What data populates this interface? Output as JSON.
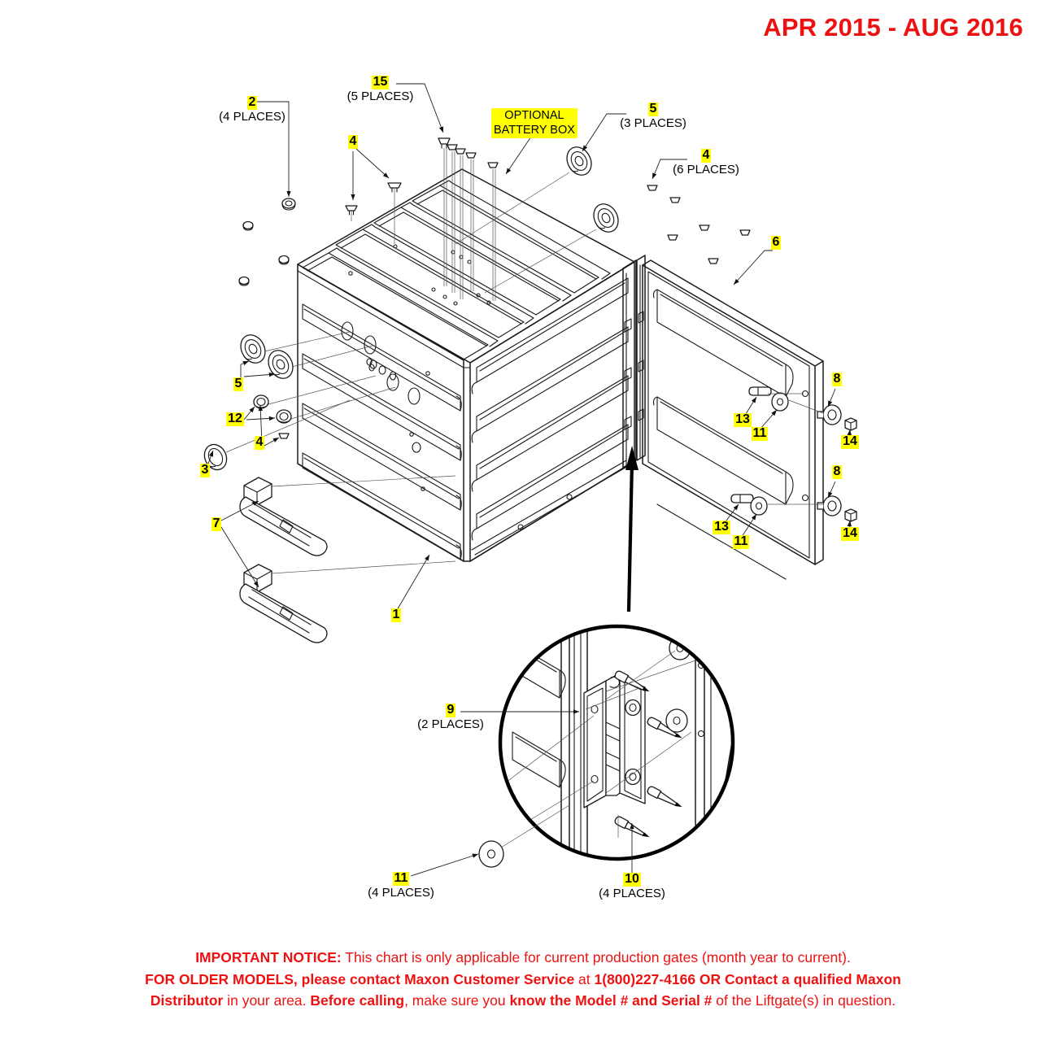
{
  "header": {
    "date_range": "APR 2015 - AUG 2016"
  },
  "highlights": {
    "optional_battery_box_line1": "OPTIONAL",
    "optional_battery_box_line2": "BATTERY BOX"
  },
  "callouts": [
    {
      "id": "c2",
      "num": "2",
      "places": "(4 PLACES)"
    },
    {
      "id": "c15",
      "num": "15",
      "places": "(5 PLACES)"
    },
    {
      "id": "c4a",
      "num": "4",
      "places": ""
    },
    {
      "id": "c5a",
      "num": "5",
      "places": "(3 PLACES)"
    },
    {
      "id": "c4b",
      "num": "4",
      "places": "(6 PLACES)"
    },
    {
      "id": "c6",
      "num": "6",
      "places": ""
    },
    {
      "id": "c5b",
      "num": "5",
      "places": ""
    },
    {
      "id": "c12",
      "num": "12",
      "places": ""
    },
    {
      "id": "c3",
      "num": "3",
      "places": ""
    },
    {
      "id": "c4c",
      "num": "4",
      "places": ""
    },
    {
      "id": "c7",
      "num": "7",
      "places": ""
    },
    {
      "id": "c1",
      "num": "1",
      "places": ""
    },
    {
      "id": "c8a",
      "num": "8",
      "places": ""
    },
    {
      "id": "c13a",
      "num": "13",
      "places": ""
    },
    {
      "id": "c11a",
      "num": "11",
      "places": ""
    },
    {
      "id": "c14a",
      "num": "14",
      "places": ""
    },
    {
      "id": "c8b",
      "num": "8",
      "places": ""
    },
    {
      "id": "c13b",
      "num": "13",
      "places": ""
    },
    {
      "id": "c11b",
      "num": "11",
      "places": ""
    },
    {
      "id": "c14b",
      "num": "14",
      "places": ""
    },
    {
      "id": "c9",
      "num": "9",
      "places": "(2 PLACES)"
    },
    {
      "id": "c11c",
      "num": "11",
      "places": "(4 PLACES)"
    },
    {
      "id": "c10",
      "num": "10",
      "places": "(4 PLACES)"
    }
  ],
  "notice": {
    "line1_bold": "IMPORTANT NOTICE:",
    "line1_rest": " This chart is only applicable for current production gates (month year to current).",
    "line2_bold1": "FOR OLDER MODELS,",
    "line2_mid1": " please contact Maxon Customer Service",
    "line2_mid2": " at ",
    "line2_bold2": "1(800)227-4166 OR Contact a qualified Maxon",
    "line3_bold1": "Distributor",
    "line3_mid1": " in your area. ",
    "line3_bold2": "Before calling",
    "line3_mid2": ", make sure you ",
    "line3_bold3": "know the Model # and Serial #",
    "line3_rest": " of the Liftgate(s) in question."
  },
  "colors": {
    "accent_red": "#ee1111",
    "highlight_yellow": "#ffff00",
    "line_black": "#000000"
  }
}
